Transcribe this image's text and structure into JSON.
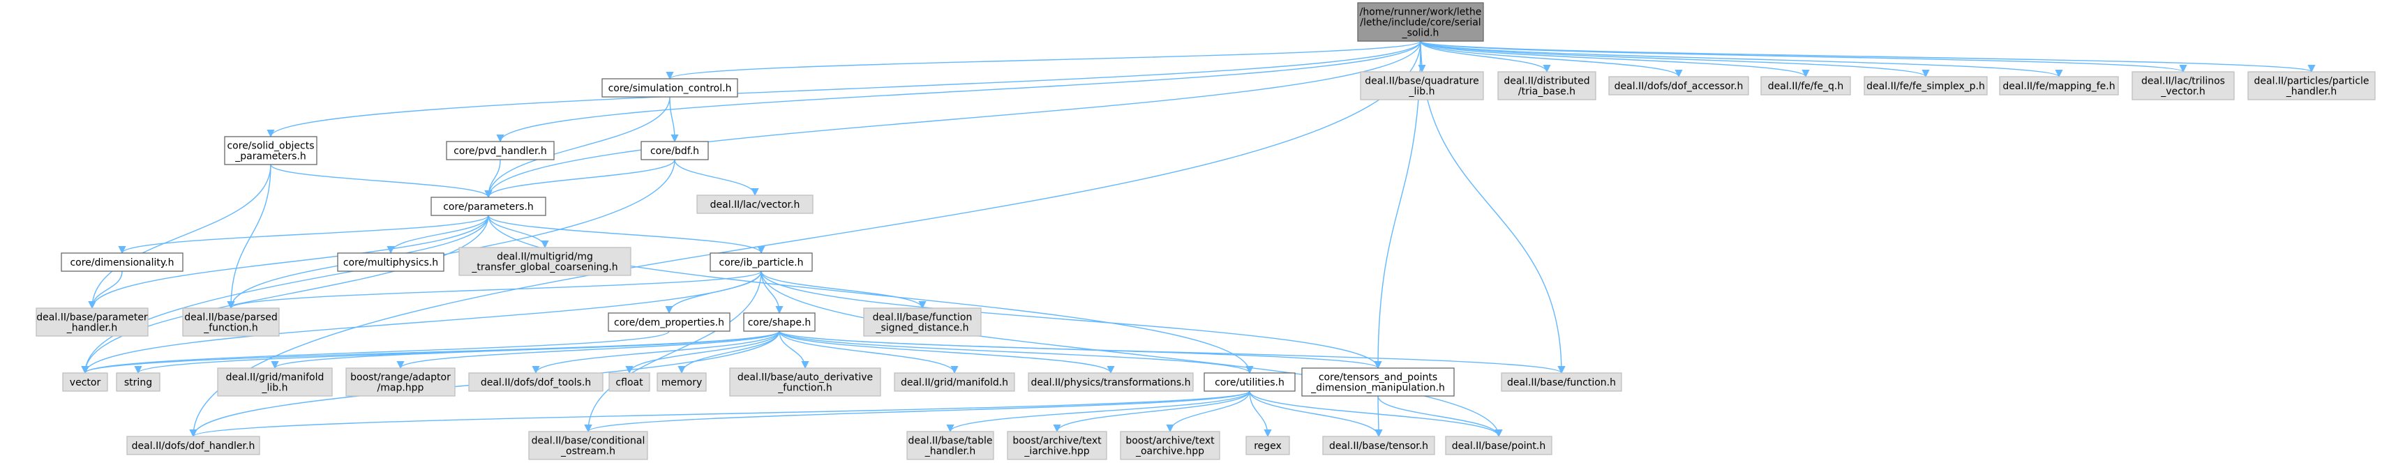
{
  "graph": {
    "title": "",
    "colors": {
      "root_fill": "#999999",
      "local_fill": "#ffffff",
      "external_fill": "#e0e0e0",
      "border": "#666666",
      "root_border": "#666666",
      "edge": "#63b8ff"
    },
    "nodes": [
      {
        "id": "root",
        "kind": "root",
        "label": [
          "/home/runner/work/lethe",
          "/lethe/include/core/serial",
          "_solid.h"
        ]
      },
      {
        "id": "solid_objects",
        "kind": "local",
        "label": [
          "core/solid_objects",
          "_parameters.h"
        ]
      },
      {
        "id": "pvd_handler",
        "kind": "local",
        "label": [
          "core/pvd_handler.h"
        ]
      },
      {
        "id": "simulation_control",
        "kind": "local",
        "label": [
          "core/simulation_control.h"
        ]
      },
      {
        "id": "bdf",
        "kind": "local",
        "label": [
          "core/bdf.h"
        ]
      },
      {
        "id": "fe_vector",
        "kind": "external",
        "label": [
          "deal.II/lac/vector.h"
        ]
      },
      {
        "id": "parameters",
        "kind": "local",
        "label": [
          "core/parameters.h"
        ]
      },
      {
        "id": "dimensionality",
        "kind": "local",
        "label": [
          "core/dimensionality.h"
        ]
      },
      {
        "id": "multiphysics",
        "kind": "local",
        "label": [
          "core/multiphysics.h"
        ]
      },
      {
        "id": "mg_transfer",
        "kind": "external",
        "label": [
          "deal.II/multigrid/mg",
          "_transfer_global_coarsening.h"
        ]
      },
      {
        "id": "ib_particle",
        "kind": "local",
        "label": [
          "core/ib_particle.h"
        ]
      },
      {
        "id": "parameter_handler",
        "kind": "external",
        "label": [
          "deal.II/base/parameter",
          "_handler.h"
        ]
      },
      {
        "id": "parsed_function",
        "kind": "external",
        "label": [
          "deal.II/base/parsed",
          "_function.h"
        ]
      },
      {
        "id": "dem_properties",
        "kind": "local",
        "label": [
          "core/dem_properties.h"
        ]
      },
      {
        "id": "shape",
        "kind": "local",
        "label": [
          "core/shape.h"
        ]
      },
      {
        "id": "function_signed",
        "kind": "external",
        "label": [
          "deal.II/base/function",
          "_signed_distance.h"
        ]
      },
      {
        "id": "vector",
        "kind": "external",
        "label": [
          "vector"
        ]
      },
      {
        "id": "string",
        "kind": "external",
        "label": [
          "string"
        ]
      },
      {
        "id": "manifold_lib",
        "kind": "external",
        "label": [
          "deal.II/grid/manifold",
          "_lib.h"
        ]
      },
      {
        "id": "boost_map",
        "kind": "external",
        "label": [
          "boost/range/adaptor",
          "/map.hpp"
        ]
      },
      {
        "id": "dof_tools",
        "kind": "external",
        "label": [
          "deal.II/dofs/dof_tools.h"
        ]
      },
      {
        "id": "cfloat",
        "kind": "external",
        "label": [
          "cfloat"
        ]
      },
      {
        "id": "memory",
        "kind": "external",
        "label": [
          "memory"
        ]
      },
      {
        "id": "auto_derivative",
        "kind": "external",
        "label": [
          "deal.II/base/auto_derivative",
          "_function.h"
        ]
      },
      {
        "id": "grid_manifold",
        "kind": "external",
        "label": [
          "deal.II/grid/manifold.h"
        ]
      },
      {
        "id": "transformations",
        "kind": "external",
        "label": [
          "deal.II/physics/transformations.h"
        ]
      },
      {
        "id": "utilities",
        "kind": "local",
        "label": [
          "core/utilities.h"
        ]
      },
      {
        "id": "tensors_points",
        "kind": "local",
        "label": [
          "core/tensors_and_points",
          "_dimension_manipulation.h"
        ]
      },
      {
        "id": "base_function",
        "kind": "external",
        "label": [
          "deal.II/base/function.h"
        ]
      },
      {
        "id": "dof_handler",
        "kind": "external",
        "label": [
          "deal.II/dofs/dof_handler.h"
        ]
      },
      {
        "id": "conditional_ostream",
        "kind": "external",
        "label": [
          "deal.II/base/conditional",
          "_ostream.h"
        ]
      },
      {
        "id": "table_handler",
        "kind": "external",
        "label": [
          "deal.II/base/table",
          "_handler.h"
        ]
      },
      {
        "id": "text_iarchive",
        "kind": "external",
        "label": [
          "boost/archive/text",
          "_iarchive.hpp"
        ]
      },
      {
        "id": "text_oarchive",
        "kind": "external",
        "label": [
          "boost/archive/text",
          "_oarchive.hpp"
        ]
      },
      {
        "id": "regex",
        "kind": "external",
        "label": [
          "regex"
        ]
      },
      {
        "id": "base_tensor",
        "kind": "external",
        "label": [
          "deal.II/base/tensor.h"
        ]
      },
      {
        "id": "base_point",
        "kind": "external",
        "label": [
          "deal.II/base/point.h"
        ]
      },
      {
        "id": "quadrature_lib",
        "kind": "external",
        "label": [
          "deal.II/base/quadrature",
          "_lib.h"
        ]
      },
      {
        "id": "tria_base",
        "kind": "external",
        "label": [
          "deal.II/distributed",
          "/tria_base.h"
        ]
      },
      {
        "id": "dof_accessor",
        "kind": "external",
        "label": [
          "deal.II/dofs/dof_accessor.h"
        ]
      },
      {
        "id": "fe_q",
        "kind": "external",
        "label": [
          "deal.II/fe/fe_q.h"
        ]
      },
      {
        "id": "fe_simplex",
        "kind": "external",
        "label": [
          "deal.II/fe/fe_simplex_p.h"
        ]
      },
      {
        "id": "mapping_fe",
        "kind": "external",
        "label": [
          "deal.II/fe/mapping_fe.h"
        ]
      },
      {
        "id": "trilinos_vector",
        "kind": "external",
        "label": [
          "deal.II/lac/trilinos",
          "_vector.h"
        ]
      },
      {
        "id": "particle_handler",
        "kind": "external",
        "label": [
          "deal.II/particles/particle",
          "_handler.h"
        ]
      }
    ],
    "edges": [
      [
        "root",
        "simulation_control"
      ],
      [
        "root",
        "solid_objects"
      ],
      [
        "root",
        "pvd_handler"
      ],
      [
        "root",
        "parameters"
      ],
      [
        "root",
        "dof_handler"
      ],
      [
        "root",
        "tensors_points"
      ],
      [
        "root",
        "base_function"
      ],
      [
        "root",
        "quadrature_lib"
      ],
      [
        "root",
        "tria_base"
      ],
      [
        "root",
        "dof_accessor"
      ],
      [
        "root",
        "fe_q"
      ],
      [
        "root",
        "fe_simplex"
      ],
      [
        "root",
        "mapping_fe"
      ],
      [
        "root",
        "trilinos_vector"
      ],
      [
        "root",
        "particle_handler"
      ],
      [
        "simulation_control",
        "bdf"
      ],
      [
        "simulation_control",
        "parameters"
      ],
      [
        "bdf",
        "parameters"
      ],
      [
        "bdf",
        "fe_vector"
      ],
      [
        "bdf",
        "vector"
      ],
      [
        "solid_objects",
        "parameters"
      ],
      [
        "solid_objects",
        "parameter_handler"
      ],
      [
        "solid_objects",
        "parsed_function"
      ],
      [
        "pvd_handler",
        "parameters"
      ],
      [
        "parameters",
        "dimensionality"
      ],
      [
        "parameters",
        "multiphysics"
      ],
      [
        "parameters",
        "mg_transfer"
      ],
      [
        "parameters",
        "ib_particle"
      ],
      [
        "parameters",
        "parameter_handler"
      ],
      [
        "parameters",
        "parsed_function"
      ],
      [
        "parameters",
        "utilities"
      ],
      [
        "parameters",
        "vector"
      ],
      [
        "dimensionality",
        "parameter_handler"
      ],
      [
        "ib_particle",
        "dem_properties"
      ],
      [
        "ib_particle",
        "shape"
      ],
      [
        "ib_particle",
        "function_signed"
      ],
      [
        "ib_particle",
        "parsed_function"
      ],
      [
        "ib_particle",
        "vector"
      ],
      [
        "ib_particle",
        "tensors_points"
      ],
      [
        "ib_particle",
        "base_point"
      ],
      [
        "ib_particle",
        "conditional_ostream"
      ],
      [
        "dem_properties",
        "vector"
      ],
      [
        "shape",
        "vector"
      ],
      [
        "shape",
        "string"
      ],
      [
        "shape",
        "manifold_lib"
      ],
      [
        "shape",
        "boost_map"
      ],
      [
        "shape",
        "dof_tools"
      ],
      [
        "shape",
        "cfloat"
      ],
      [
        "shape",
        "memory"
      ],
      [
        "shape",
        "auto_derivative"
      ],
      [
        "shape",
        "grid_manifold"
      ],
      [
        "shape",
        "transformations"
      ],
      [
        "shape",
        "utilities"
      ],
      [
        "shape",
        "tensors_points"
      ],
      [
        "shape",
        "base_function"
      ],
      [
        "shape",
        "dof_handler"
      ],
      [
        "utilities",
        "table_handler"
      ],
      [
        "utilities",
        "text_iarchive"
      ],
      [
        "utilities",
        "text_oarchive"
      ],
      [
        "utilities",
        "regex"
      ],
      [
        "utilities",
        "base_tensor"
      ],
      [
        "utilities",
        "base_point"
      ],
      [
        "utilities",
        "dof_handler"
      ],
      [
        "utilities",
        "conditional_ostream"
      ],
      [
        "tensors_points",
        "base_tensor"
      ],
      [
        "tensors_points",
        "base_point"
      ]
    ]
  }
}
